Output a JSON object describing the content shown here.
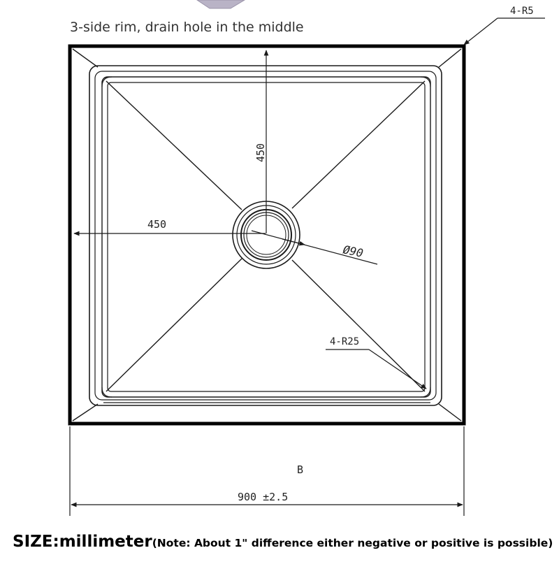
{
  "caption": "3-side rim, drain hole in the middle",
  "footer": {
    "size_label": "SIZE:millimeter",
    "note": "(Note: About 1\" difference either negative or positive is possible)"
  },
  "dimensions": {
    "corner_radius_outer": "4-R5",
    "corner_radius_inner": "4-R25",
    "vertical_to_center": "450",
    "horizontal_to_center": "450",
    "drain_diameter": "Ø90",
    "width_letter": "B",
    "overall_width": "900 ±2.5"
  },
  "colors": {
    "line": "#1a1a1a",
    "frame": "#000000",
    "caption_text": "#333333"
  }
}
